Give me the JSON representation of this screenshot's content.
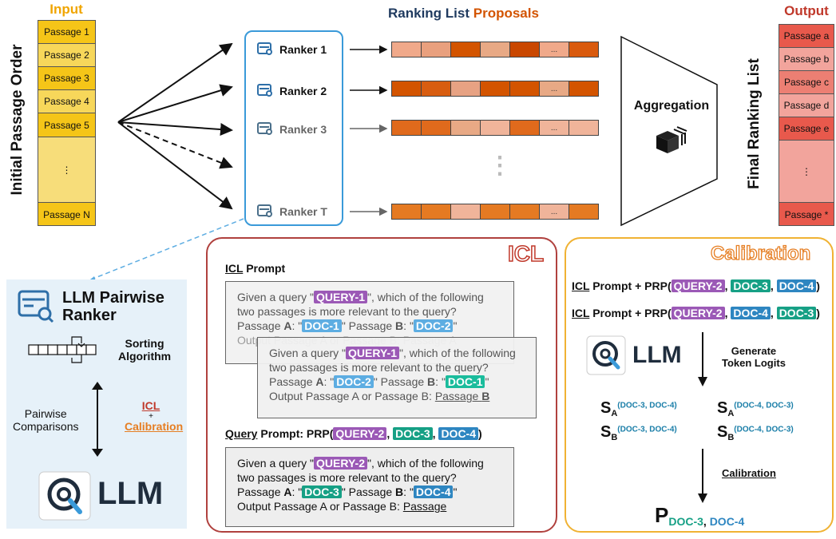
{
  "input": {
    "title": "Input",
    "side_label": "Initial Passage Order",
    "passages": [
      "Passage 1",
      "Passage 2",
      "Passage 3",
      "Passage 4",
      "Passage 5",
      "⋮",
      "Passage N"
    ]
  },
  "header": {
    "ranking_prefix": "Ranking List ",
    "ranking_suffix": "Proposals"
  },
  "rankers": [
    "Ranker 1",
    "Ranker 2",
    "Ranker 3",
    "Ranker T"
  ],
  "bar_ellipsis": "...",
  "vdots": "⋮",
  "aggregation": "Aggregation",
  "output": {
    "title": "Output",
    "side_label": "Final Ranking List",
    "passages": [
      "Passage a",
      "Passage b",
      "Passage c",
      "Passage d",
      "Passage e",
      "⋮",
      "Passage *"
    ]
  },
  "colors": {
    "input_cell": "#f5c518",
    "input_dots": "#f7dd7a",
    "output_cell": "#e8594c",
    "output_light": "#f2a49c",
    "ranker_border": "#3a9ad9",
    "icl_border": "#b0413e",
    "calib_border": "#f0b233",
    "left_panel": "#e6f1f9",
    "orange_dark": "#d35400",
    "orange_mid": "#e67e22",
    "orange_light": "#f0b8a0"
  },
  "left_panel": {
    "title_line1": "LLM Pairwise",
    "title_line2": "Ranker",
    "sorting_line1": "Sorting",
    "sorting_line2": "Algorithm",
    "pairwise_line1": "Pairwise",
    "pairwise_line2": "Comparisons",
    "icl": "ICL",
    "plus": "+",
    "calibration": "Calibration",
    "llm": "LLM"
  },
  "icl": {
    "title": "ICL",
    "prompt_label_u": "ICL",
    "prompt_label_rest": " Prompt",
    "box1": {
      "line1_pre": "Given a query \"",
      "query": "QUERY-1",
      "line1_post": "\", which of the following",
      "line2": "two passages is more relevant to the query?",
      "pa_pre": "Passage ",
      "pa_letter": "A",
      "pa_mid": ": \"",
      "doc_a": "DOC-1",
      "pb_pre": "\"  Passage ",
      "pb_letter": "B",
      "pb_mid": ": \"",
      "doc_b": "DOC-2",
      "pb_post": "\"",
      "out": "Output Passage A or Passage B: Passage A"
    },
    "box2": {
      "line1_pre": "Given a query \"",
      "query": "QUERY-1",
      "line1_post": "\", which of the following",
      "line2": "two passages is more relevant to the query?",
      "pa_pre": "Passage ",
      "pa_letter": "A",
      "pa_mid": ": \"",
      "doc_a": "DOC-2",
      "pb_pre": "\"  Passage ",
      "pb_letter": "B",
      "pb_mid": ": \"",
      "doc_b": "DOC-1",
      "pb_post": "\"",
      "out_pre": "Output Passage A or Passage B: ",
      "out_ans": "Passage ",
      "out_ans_b": "B"
    },
    "query_label_u": "Query",
    "query_label_rest": " Prompt: PRP(",
    "q_query": "QUERY-2",
    "q_doc3": "DOC-3",
    "q_doc4": "DOC-4",
    "comma": ", ",
    "close": ")",
    "box3": {
      "line1_pre": "Given a query \"",
      "query": "QUERY-2",
      "line1_post": "\", which of the following",
      "line2": "two passages is more relevant to the query?",
      "pa_pre": "Passage ",
      "pa_letter": "A",
      "pa_mid": ": \"",
      "doc_a": "DOC-3",
      "pb_pre": "\"  Passage ",
      "pb_letter": "B",
      "pb_mid": ": \"",
      "doc_b": "DOC-4",
      "pb_post": "\"",
      "out_pre": "Output Passage A or Passage B: ",
      "out_ans": "Passage"
    }
  },
  "calibration": {
    "title": "Calibration",
    "line_u": "ICL",
    "line_rest": " Prompt + PRP(",
    "query": "QUERY-2",
    "doc3": "DOC-3",
    "doc4": "DOC-4",
    "comma": ", ",
    "close": ")",
    "llm": "LLM",
    "gen1": "Generate",
    "gen2": "Token Logits",
    "calib_step": "Calibration",
    "s": "S",
    "sub_a": "A",
    "sub_b": "B",
    "pair34": "(DOC-3, DOC-4)",
    "pair43": "(DOC-4, DOC-3)",
    "p": "P",
    "p_doc3": "DOC-3",
    "p_comma": ", ",
    "p_doc4": "DOC-4"
  }
}
